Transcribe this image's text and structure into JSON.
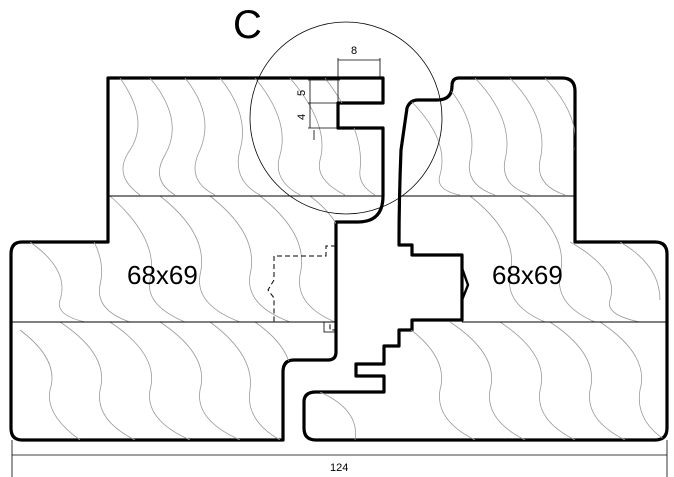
{
  "detail_marker": "C",
  "left_profile": {
    "label": "68x69"
  },
  "right_profile": {
    "label": "68x69"
  },
  "dimensions": {
    "overall_width": "124",
    "detail_width": "8",
    "detail_height_upper": "5",
    "detail_height_lower": "4"
  },
  "colors": {
    "line": "#000000",
    "grain": "#9a9a9a",
    "background": "#ffffff"
  }
}
